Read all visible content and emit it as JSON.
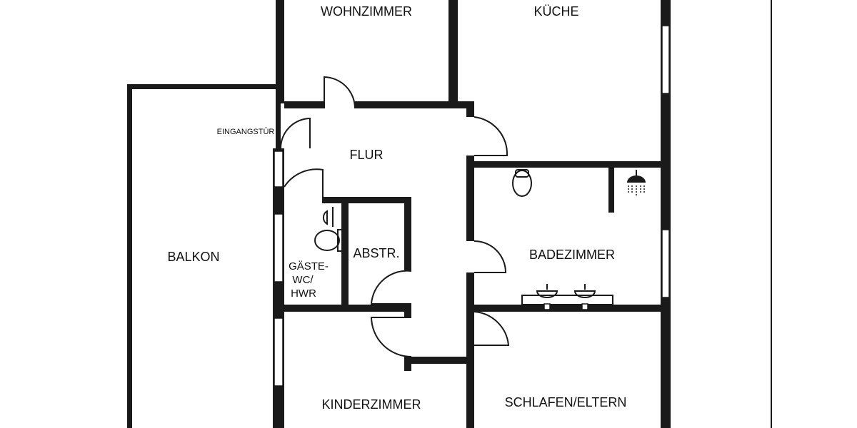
{
  "rooms": {
    "wohnzimmer": "WOHNZIMMER",
    "kueche": "KÜCHE",
    "eingangstuer": "EINGANGSTÜR",
    "flur": "FLUR",
    "balkon": "BALKON",
    "abstr": "ABSTR.",
    "gaeste_line1": "GÄSTE-",
    "gaeste_line2": "WC/",
    "gaeste_line3": "HWR",
    "badezimmer": "BADEZIMMER",
    "kinderzimmer": "KINDERZIMMER",
    "schlafen": "SCHLAFEN/ELTERN"
  },
  "colors": {
    "wall": "#1a1a1a",
    "background": "#ffffff"
  },
  "icons": [
    "door-swing-icon",
    "toilet-icon",
    "shower-icon",
    "washbasin-icon",
    "window-icon"
  ]
}
